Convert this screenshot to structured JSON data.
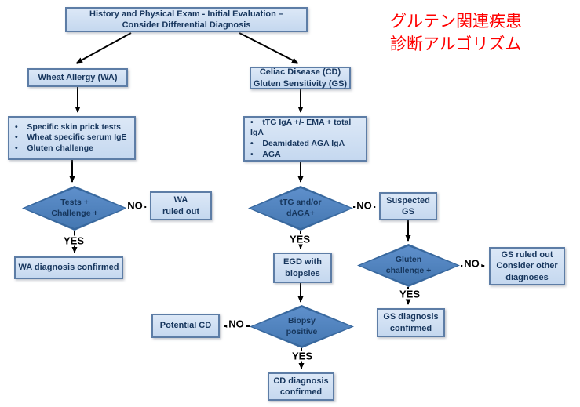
{
  "title_jp": "グルテン関連疾患\n診断アルゴリズム",
  "colors": {
    "box_fill": "#cddcf0",
    "box_border": "#5d7da6",
    "diamond_fill": "#4e81bd",
    "diamond_border": "#38689e",
    "text": "#17365d",
    "title_red": "#ff0000",
    "arrow": "#000000"
  },
  "nodes": {
    "history": {
      "label": "History and Physical Exam  - Initial Evaluation –\nConsider Differential Diagnosis"
    },
    "wheat_allergy": {
      "label": "Wheat Allergy (WA)"
    },
    "celiac_gs": {
      "label": "Celiac Disease  (CD)\nGluten Sensitivity (GS)"
    },
    "wa_tests": {
      "label": "•    Specific skin prick tests\n•    Wheat specific serum IgE\n•    Gluten challenge"
    },
    "cd_tests": {
      "label": "•    tTG IgA +/- EMA + total IgA\n•    Deamidated AGA IgA\n•    AGA"
    },
    "d_tests": {
      "label": "Tests +\nChallenge +"
    },
    "wa_ruled_out": {
      "label": "WA\nruled out"
    },
    "wa_confirmed": {
      "label": "WA diagnosis confirmed"
    },
    "d_ttg": {
      "label": "tTG and/or\ndAGA+"
    },
    "suspected_gs": {
      "label": "Suspected\nGS"
    },
    "egd": {
      "label": "EGD with\nbiopsies"
    },
    "d_gluten": {
      "label": "Gluten\nchallenge +"
    },
    "gs_ruled_out": {
      "label": "GS ruled out\nConsider other\ndiagnoses"
    },
    "gs_confirmed": {
      "label": "GS diagnosis\nconfirmed"
    },
    "d_biopsy": {
      "label": "Biopsy\npositive"
    },
    "potential_cd": {
      "label": "Potential CD"
    },
    "cd_confirmed": {
      "label": "CD diagnosis\nconfirmed"
    }
  },
  "edge_labels": {
    "yes": "YES",
    "no": "NO"
  }
}
